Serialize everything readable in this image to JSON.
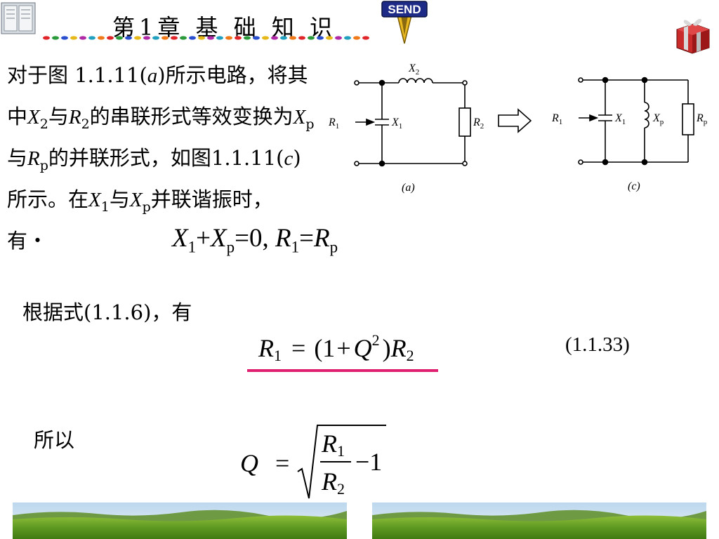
{
  "header": {
    "title": "第1章   基 础 知 识",
    "dot_colors": [
      "#e0262a",
      "#2a9a3a",
      "#2a4fcf",
      "#e6b81a",
      "#b02aa8",
      "#22a0c0",
      "#f07a1a"
    ],
    "send_label": "SEND"
  },
  "paragraph": {
    "t1": "对于图 1.1.11(",
    "t1_i": "a",
    "t2": ")所示电路，将其中",
    "x2_var": "X",
    "x2_sub": "2",
    "t3": "与",
    "r2_var": "R",
    "r2_sub": "2",
    "t4": "的串联形式等效变换为",
    "xp_var": "X",
    "xp_sub": "p",
    "t5": "与",
    "rp_var": "R",
    "rp_sub": "p",
    "t6": "的并联形式，如图1.1.11(",
    "t6_i": "c",
    "t7": ")所示。在",
    "x1b_var": "X",
    "x1b_sub": "1",
    "t8": "与",
    "xpb_var": "X",
    "xpb_sub": "p",
    "t9": "并联谐振时， 有・"
  },
  "circuit": {
    "a": {
      "x2": "X",
      "x2_sub": "2",
      "r1": "R",
      "r1_sub": "1",
      "x1": "X",
      "x1_sub": "1",
      "r2": "R",
      "r2_sub": "2",
      "caption": "(a)"
    },
    "c": {
      "r1": "R",
      "r1_sub": "1",
      "x1": "X",
      "x1_sub": "1",
      "xp": "X",
      "xp_sub": "p",
      "rp": "R",
      "rp_sub": "p",
      "caption": "(c)"
    }
  },
  "equation1": {
    "x1": "X",
    "x1_sub": "1",
    "plus": "+",
    "xp": "X",
    "xp_sub": "p",
    "eq0": "=0, ",
    "r1": "R",
    "r1_sub": "1",
    "eq": "=",
    "rp": "R",
    "rp_sub": "p"
  },
  "label_by_formula": "根据式(1.1.6)，有",
  "equation2": {
    "r1": "R",
    "r1_sub": "1",
    "eq": "=",
    "open": "(1",
    "plus": "+",
    "q": "Q",
    "q_sup": "2",
    "close": ")",
    "r2": "R",
    "r2_sub": "2",
    "number": "(1.1.33)",
    "underline_color": "#e0206e"
  },
  "label_so": "所以",
  "equation3": {
    "q": "Q",
    "eq": "=",
    "num": "R",
    "num_sub": "1",
    "den": "R",
    "den_sub": "2",
    "minus": "−1"
  }
}
